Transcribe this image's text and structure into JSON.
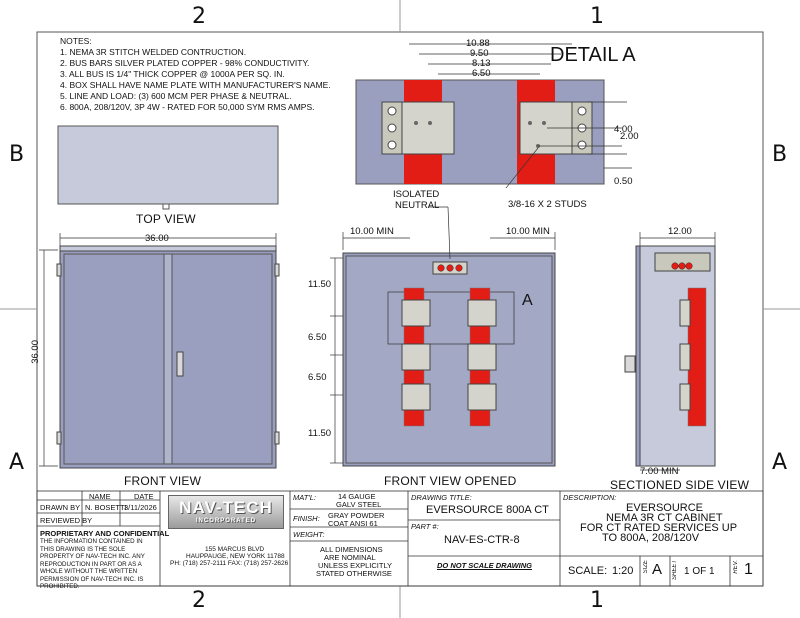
{
  "zones": {
    "top_left": "2",
    "top_right": "1",
    "bottom_left": "2",
    "bottom_right": "1",
    "left_upper": "B",
    "left_lower": "A",
    "right_upper": "B",
    "right_lower": "A"
  },
  "notes": {
    "heading": "NOTES:",
    "items": [
      "1. NEMA 3R STITCH WELDED CONTRUCTION.",
      "2. BUS BARS SILVER PLATED COPPER - 98% CONDUCTIVITY.",
      "3. ALL BUS IS 1/4\" THICK COPPER @ 1000A PER SQ. IN.",
      "4. BOX SHALL HAVE NAME PLATE WITH MANUFACTURER'S NAME.",
      "5. LINE AND LOAD: (3) 600 MCM PER PHASE & NEUTRAL.",
      "6. 800A, 208/120V, 3P 4W - RATED FOR 50,000 SYM RMS AMPS."
    ]
  },
  "views": {
    "top": "TOP VIEW",
    "front": "FRONT VIEW",
    "front_opened": "FRONT VIEW OPENED",
    "sectioned": "SECTIONED SIDE VIEW",
    "detail": "DETAIL A",
    "detail_marker": "A"
  },
  "dims": {
    "detail": [
      "10.88",
      "9.50",
      "8.13",
      "6.50",
      "4.00",
      "2.00",
      "0.50"
    ],
    "studs": "3/8-16 X 2 STUDS",
    "isolated": "ISOLATED",
    "neutral": "NEUTRAL",
    "front_width": "36.00",
    "front_height": "36.00",
    "min_left": "10.00 MIN",
    "min_right": "10.00 MIN",
    "v1": "11.50",
    "v2": "6.50",
    "v3": "6.50",
    "v4": "11.50",
    "side_depth": "12.00",
    "side_min": "7.00 MIN"
  },
  "titleblock": {
    "col_name": "NAME",
    "col_date": "DATE",
    "drawn_by_label": "DRAWN BY",
    "drawn_by_name": "N. BOSETTI",
    "drawn_by_date": "3/11/2026",
    "reviewed_by_label": "REVIEWED BY",
    "prop_heading": "PROPRIETARY AND CONFIDENTIAL",
    "prop_text": "THE INFORMATION CONTAINED IN THIS DRAWING IS THE SOLE PROPERTY OF NAV-TECH INC. ANY REPRODUCTION IN PART OR AS A WHOLE WITHOUT THE WRITTEN PERMISSION OF NAV-TECH INC. IS PROHIBITED.",
    "logo_main": "NAV-TECH",
    "logo_sub": "INCORPORATED",
    "addr1": "155 MARCUS BLVD",
    "addr2": "HAUPPAUGE, NEW YORK 11788",
    "addr3": "PH: (718) 257-2111   FAX: (718) 257-2626",
    "matl_label": "MAT'L:",
    "matl_value1": "14 GAUGE",
    "matl_value2": "GALV STEEL",
    "finish_label": "FINISH:",
    "finish_value1": "GRAY POWDER",
    "finish_value2": "COAT ANSI 61",
    "weight_label": "WEIGHT:",
    "nominal1": "ALL DIMENSIONS",
    "nominal2": "ARE NOMINAL",
    "nominal3": "UNLESS EXPLICITLY",
    "nominal4": "STATED OTHERWISE",
    "drawing_title_label": "DRAWING TITLE:",
    "drawing_title": "EVERSOURCE 800A CT",
    "part_label": "PART #:",
    "part_value": "NAV-ES-CTR-8",
    "do_not_scale": "DO NOT SCALE DRAWING",
    "desc_label": "DESCRIPTION:",
    "desc1": "EVERSOURCE",
    "desc2": "NEMA 3R CT CABINET",
    "desc3": "FOR CT RATED SERVICES UP",
    "desc4": "TO 800A, 208/120V",
    "scale_label": "SCALE:",
    "scale_value": "1:20",
    "size_label": "SIZE",
    "size_value": "A",
    "sheet_label": "SHEET",
    "sheet_value": "1 OF 1",
    "rev_label": "REV.",
    "rev_value": "1"
  },
  "colors": {
    "cabinet": "#9a9fbf",
    "cabinet_light": "#c6cadb",
    "bus_red": "#e11d16",
    "bus_plate": "#d4d4cc",
    "line": "#333333"
  }
}
